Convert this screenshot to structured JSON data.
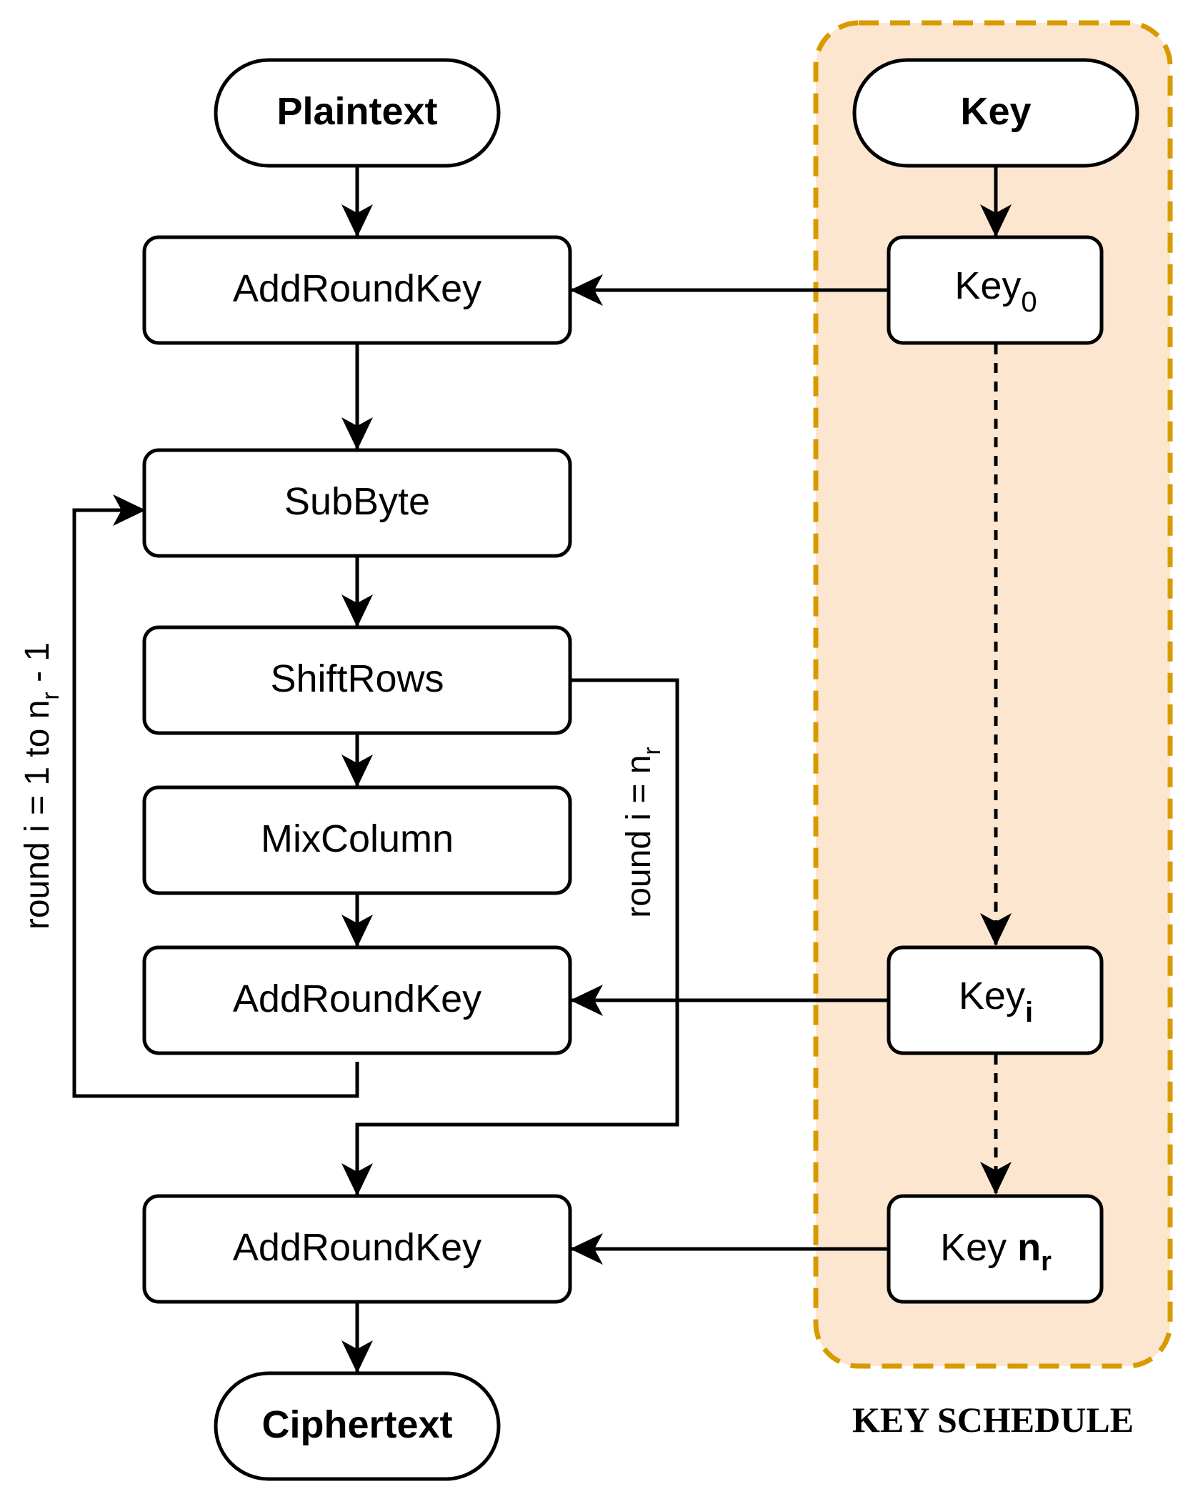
{
  "nodes": {
    "plaintext": "Plaintext",
    "add_round_key_initial": "AddRoundKey",
    "sub_byte": "SubByte",
    "shift_rows": "ShiftRows",
    "mix_column": "MixColumn",
    "add_round_key_round": "AddRoundKey",
    "add_round_key_final": "AddRoundKey",
    "ciphertext": "Ciphertext"
  },
  "key_schedule": {
    "caption": "KEY SCHEDULE",
    "key": "Key",
    "key0": {
      "base": "Key",
      "sub": "0"
    },
    "keyi": {
      "base": "Key",
      "sub": "i"
    },
    "keynr": {
      "base": "Key ",
      "sub": "n",
      "subsub": "r"
    }
  },
  "loops": {
    "rounds_label": {
      "main": "round i = 1 to n",
      "sub": "r",
      "tail": " - 1"
    },
    "final_label": {
      "main": "round i = n",
      "sub": "r"
    }
  },
  "colors": {
    "key_schedule_fill": "#fde6cf",
    "key_schedule_border": "#d79b00",
    "stroke": "#000000"
  }
}
